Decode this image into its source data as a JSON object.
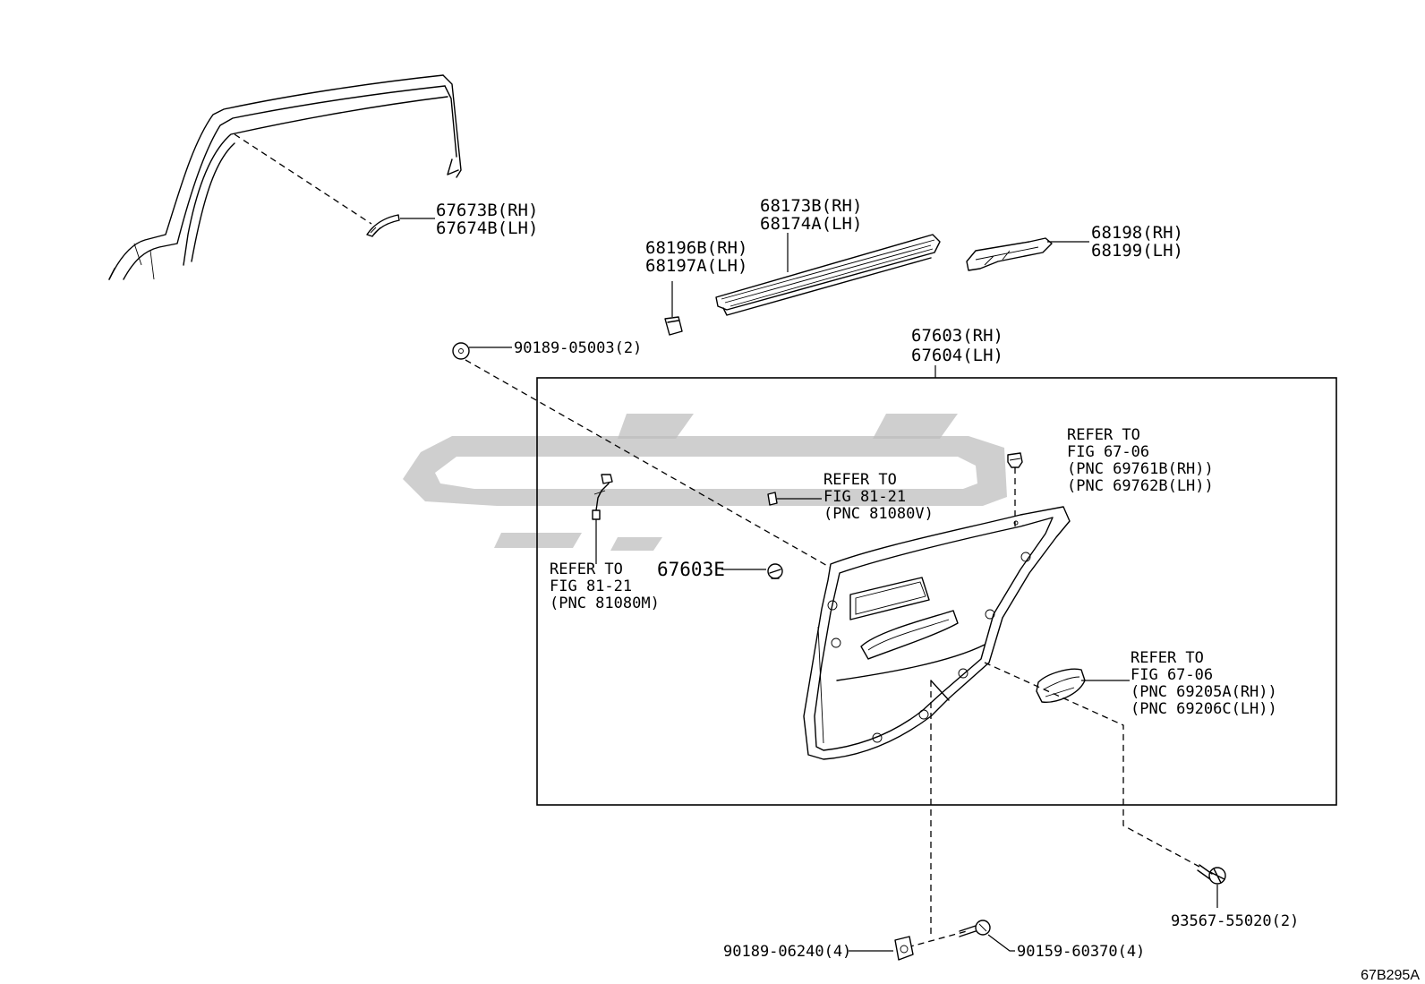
{
  "figure_id": "67B295A",
  "parts": {
    "garnish_67673": [
      "67673B(RH)",
      "67674B(LH)"
    ],
    "clip_68196": [
      "68196B(RH)",
      "68197A(LH)"
    ],
    "weatherstrip_68173": [
      "68173B(RH)",
      "68174A(LH)"
    ],
    "retainer_68198": [
      "68198(RH)",
      "68199(LH)"
    ],
    "washer_90189_05003": "90189-05003(2)",
    "trim_board_67603": [
      "67603(RH)",
      "67604(LH)"
    ],
    "clip_67603e": "67603E",
    "screw_93567": "93567-55020(2)",
    "nut_90189_06240": "90189-06240(4)",
    "screw_90159": "90159-60370(4)"
  },
  "references": {
    "courtesy_lamp": [
      "REFER TO",
      "FIG 81-21",
      "(PNC 81080V)"
    ],
    "wire_harness": [
      "REFER TO",
      "FIG 81-21",
      "(PNC 81080M)"
    ],
    "handle_bezel": [
      "REFER TO",
      "FIG 67-06",
      "(PNC 69761B(RH))",
      "(PNC 69762B(LH))"
    ],
    "inside_handle": [
      "REFER TO",
      "FIG 67-06",
      "(PNC 69205A(RH))",
      "(PNC 69206C(LH))"
    ]
  }
}
